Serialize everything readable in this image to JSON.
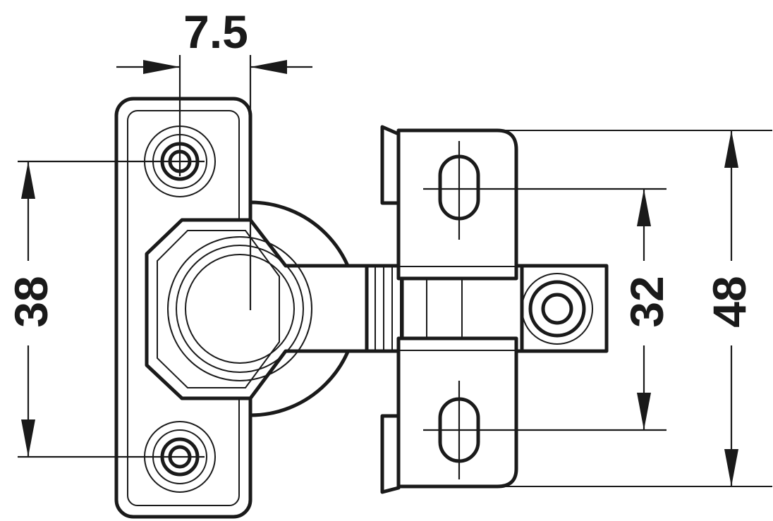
{
  "dimensions": {
    "top_width": "7.5",
    "left_height": "38",
    "inner_right_height": "32",
    "outer_right_height": "48"
  },
  "colors": {
    "line": "#1a1a1a",
    "background": "#ffffff"
  }
}
